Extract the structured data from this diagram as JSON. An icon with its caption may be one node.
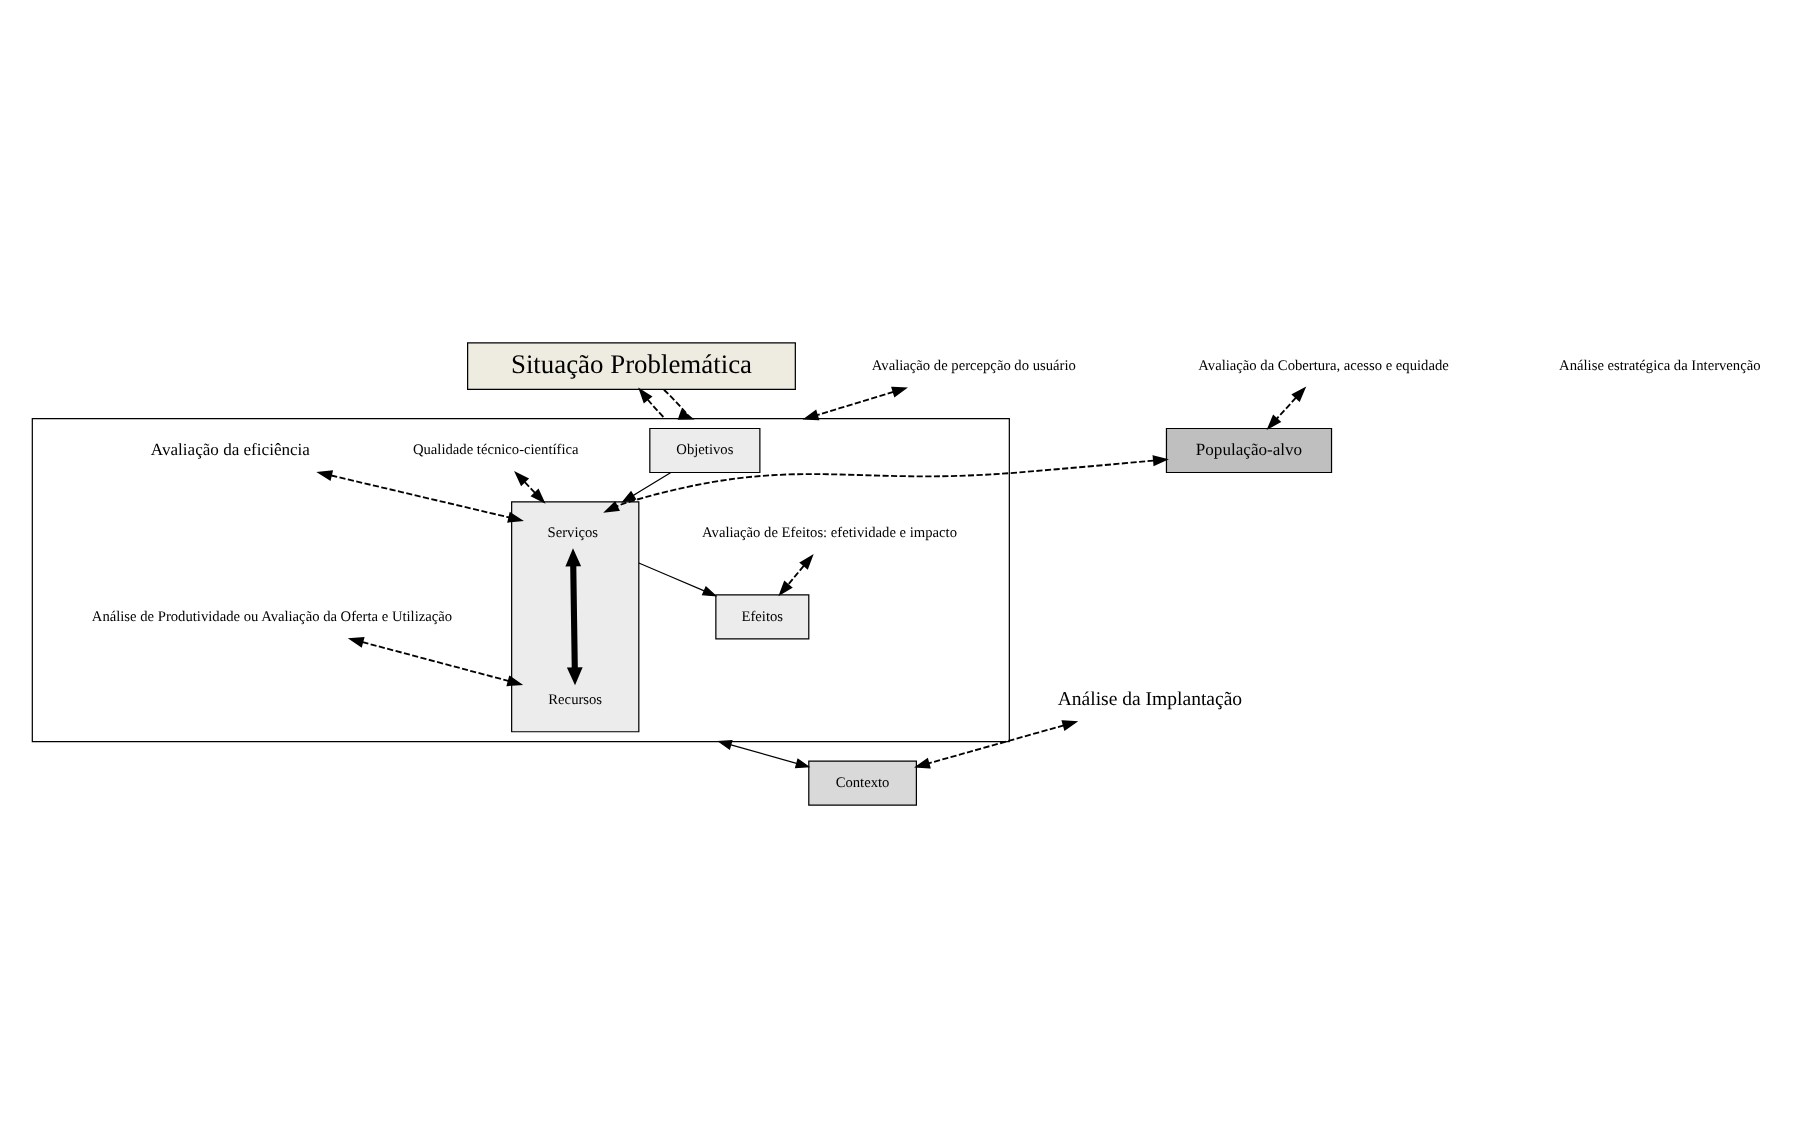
{
  "diagram": {
    "nodes": [
      {
        "text": [
          "Situação Problemática"
        ]
      },
      {
        "text": [
          "População-alvo"
        ]
      },
      {
        "text": [],
        "shape": "box"
      },
      {
        "text": [
          "Efeitos"
        ],
        "in": 2
      },
      {
        "text": [
          "Objetivos"
        ],
        "in": 2
      },
      {
        "text": [],
        "shape": "box",
        "in": 2
      },
      {
        "text": [
          "Serviços"
        ],
        "in": 5
      },
      {
        "text": [
          "Recursos"
        ],
        "in": 5
      },
      {
        "text": [
          "Avaliação de percepção do usuário"
        ]
      },
      {
        "text": [
          "Avaliação da Cobertura, acesso e equidade"
        ]
      },
      {
        "text": [
          "Avaliação de Efeitos: efetividade e impacto"
        ],
        "in": 2
      },
      {
        "text": [
          "Qualidade técnico-científica"
        ],
        "in": 2
      },
      {
        "text": [
          "Avaliação da eficiência"
        ],
        "in": 2
      },
      {
        "text": [
          "Análise de Produtividade ou Avaliação da Oferta e Utilização"
        ],
        "in": 2
      },
      {
        "text": [
          "Contexto"
        ]
      },
      {
        "text": [
          "Análise da Implantação"
        ]
      }
    ],
    "edges": [
      {
        "from": 2,
        "to": 0,
        "arrow": "to",
        "style": "dashed"
      },
      {
        "from": 0,
        "to": 2,
        "arrow": "to",
        "style": "dashed"
      },
      {
        "from": 8,
        "to": 2,
        "arrow": "both",
        "style": "dashed"
      },
      {
        "from": 9,
        "to": 1,
        "arrow": "both",
        "style": "dashed"
      },
      {
        "from": 1,
        "to": 6,
        "arrow": "both",
        "style": "dashed"
      },
      {
        "from": 10,
        "to": 3,
        "arrow": "both",
        "style": "dashed"
      },
      {
        "from": 4,
        "to": 5,
        "arrow": "to"
      },
      {
        "from": 5,
        "to": 3,
        "arrow": "to"
      },
      {
        "from": 6,
        "to": 7,
        "arrow": "both",
        "style": "thick"
      },
      {
        "from": 11,
        "to": 5,
        "arrow": "both",
        "style": "dashed"
      },
      {
        "from": 12,
        "to": 6,
        "arrow": "both",
        "style": "dashed"
      },
      {
        "from": 13,
        "to": 7,
        "arrow": "both",
        "style": "dashed"
      },
      {
        "from": 2,
        "to": 14,
        "arrow": "both"
      },
      {
        "from": 15,
        "to": 14,
        "arrow": "both",
        "style": "dashed"
      }
    ],
    "labels": [
      "Análise estratégica da Intervenção"
    ]
  }
}
